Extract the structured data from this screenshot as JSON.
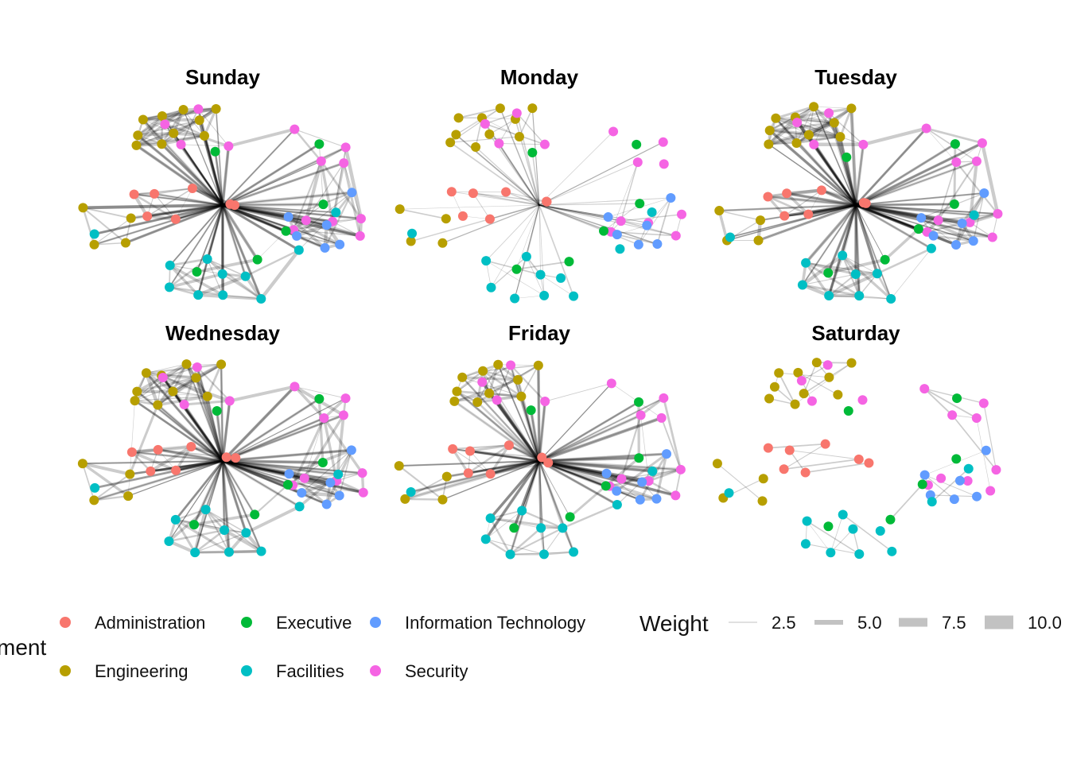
{
  "chart_data": {
    "type": "network",
    "layout": "small multiples, 2 rows x 3 columns",
    "panels": [
      {
        "title": "Sunday",
        "hub_department": "Administration",
        "hub_links_to_all_groups": true,
        "edge_density": "high"
      },
      {
        "title": "Monday",
        "hub_department": "Administration",
        "hub_links_to_all_groups": true,
        "edge_density": "low"
      },
      {
        "title": "Tuesday",
        "hub_department": "Administration",
        "hub_links_to_all_groups": true,
        "edge_density": "high"
      },
      {
        "title": "Wednesday",
        "hub_department": "Administration",
        "hub_links_to_all_groups": true,
        "edge_density": "high"
      },
      {
        "title": "Friday",
        "hub_department": "Administration",
        "hub_links_to_all_groups": true,
        "edge_density": "medium"
      },
      {
        "title": "Saturday",
        "hub_department": "Administration",
        "hub_links_to_all_groups": false,
        "edge_density": "low"
      }
    ],
    "node_legend": {
      "title": "Department",
      "visible_title_text": "ment",
      "entries": [
        {
          "label": "Administration",
          "color": "#F8766D"
        },
        {
          "label": "Executive",
          "color": "#00BA38"
        },
        {
          "label": "Information Technology",
          "color": "#619CFF"
        },
        {
          "label": "Engineering",
          "color": "#B79F00"
        },
        {
          "label": "Facilities",
          "color": "#00BFC4"
        },
        {
          "label": "Security",
          "color": "#F564E3"
        }
      ]
    },
    "edge_legend": {
      "title": "Weight",
      "values": [
        "2.5",
        "5.0",
        "7.5",
        "10.0"
      ]
    },
    "edge_color": "#000000",
    "legend_position": "bottom"
  }
}
